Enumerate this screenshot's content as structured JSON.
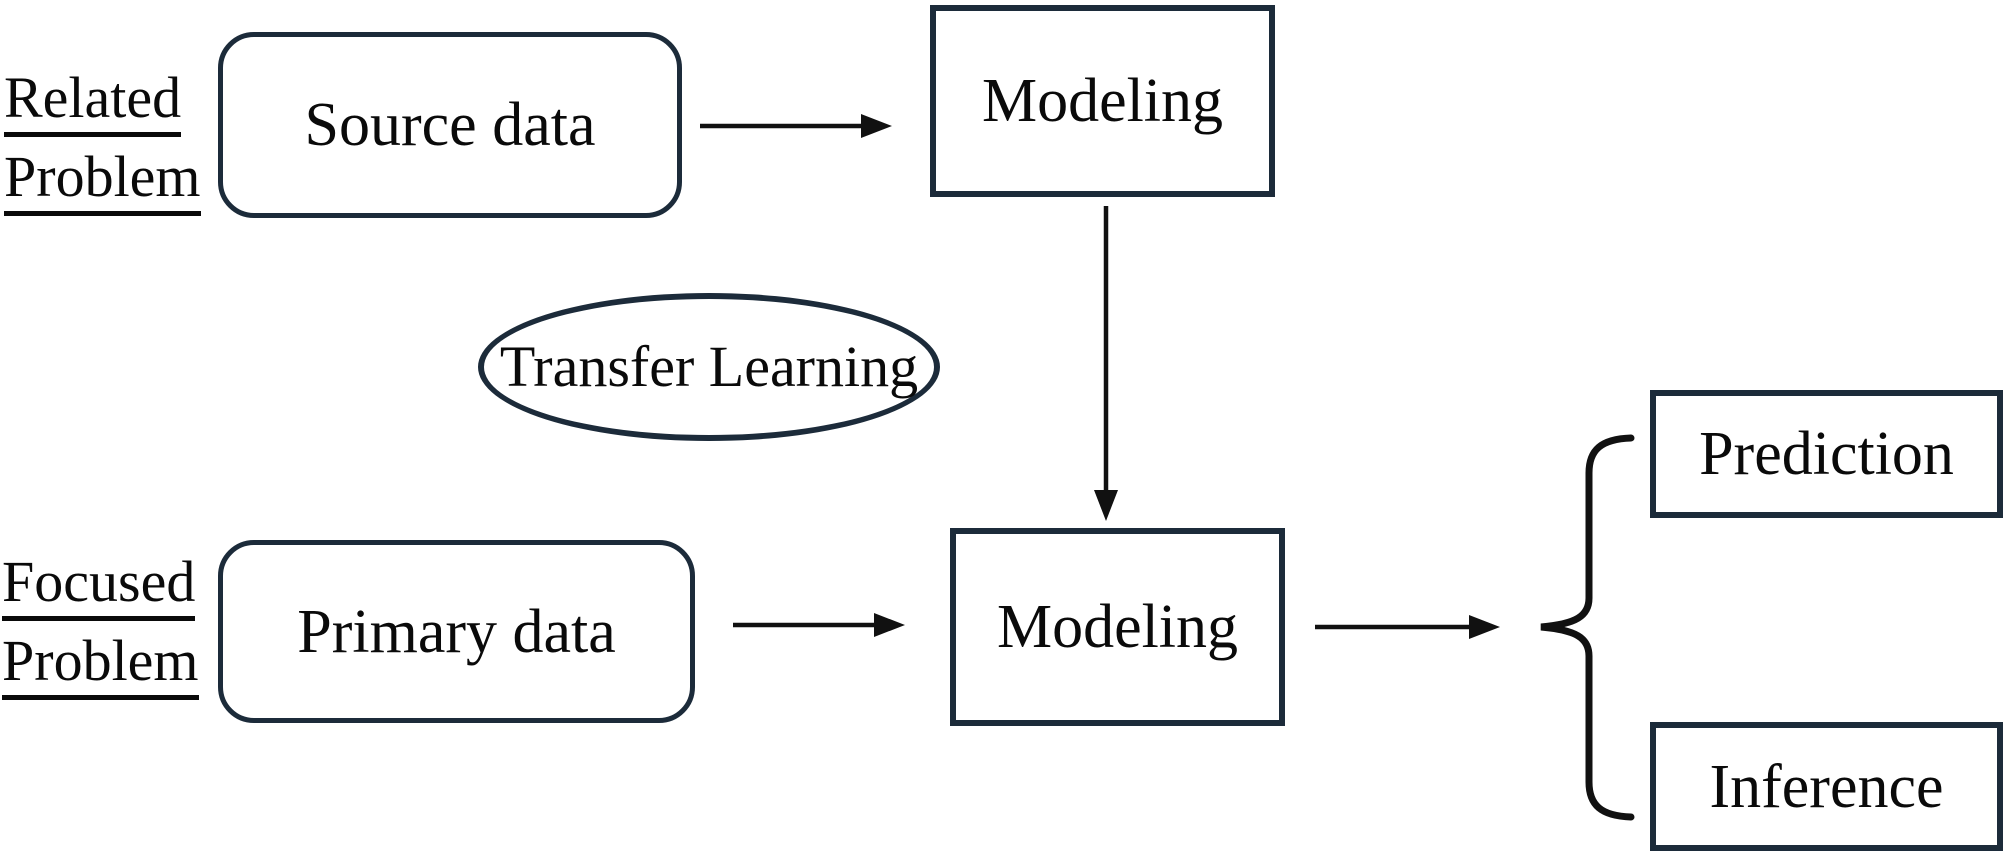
{
  "diagram": {
    "background": "#ffffff",
    "colors": {
      "box_border": "#1c2b3a",
      "text": "#0a0a0a",
      "connector": "#111111"
    },
    "row_labels": {
      "related": {
        "line1": "Related",
        "line2": "Problem"
      },
      "focused": {
        "line1": "Focused",
        "line2": "Problem"
      }
    },
    "nodes": {
      "source_data": {
        "label": "Source data",
        "shape": "rounded-rect"
      },
      "modeling_related": {
        "label": "Modeling",
        "shape": "rect"
      },
      "transfer_learning": {
        "label": "Transfer Learning",
        "shape": "ellipse"
      },
      "primary_data": {
        "label": "Primary data",
        "shape": "rounded-rect"
      },
      "modeling_focused": {
        "label": "Modeling",
        "shape": "rect"
      },
      "prediction": {
        "label": "Prediction",
        "shape": "rect"
      },
      "inference": {
        "label": "Inference",
        "shape": "rect"
      }
    },
    "edges": [
      {
        "from": "source_data",
        "to": "modeling_related",
        "type": "arrow"
      },
      {
        "from": "modeling_related",
        "to": "modeling_focused",
        "type": "arrow"
      },
      {
        "from": "primary_data",
        "to": "modeling_focused",
        "type": "arrow"
      },
      {
        "from": "modeling_focused",
        "to": "outputs_brace",
        "type": "arrow"
      },
      {
        "from": "outputs_brace",
        "to": "prediction",
        "type": "brace"
      },
      {
        "from": "outputs_brace",
        "to": "inference",
        "type": "brace"
      }
    ]
  }
}
